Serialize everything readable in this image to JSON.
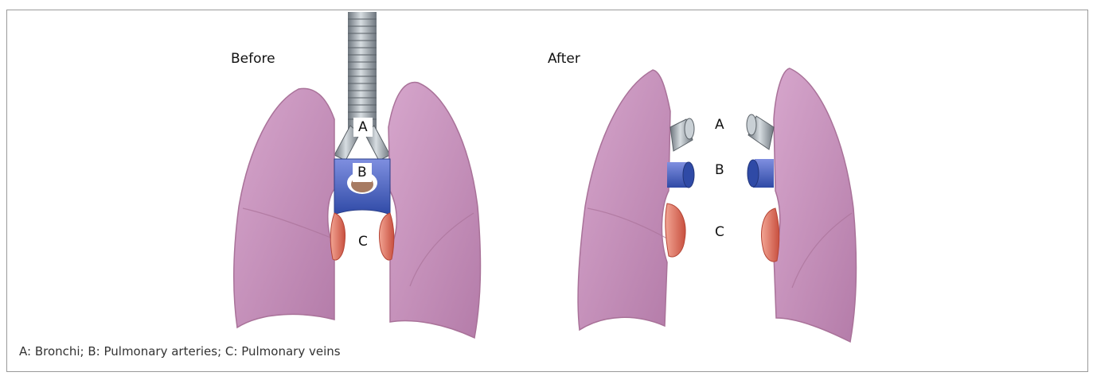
{
  "panels": {
    "before": {
      "title": "Before",
      "labels": {
        "a": "A",
        "b": "B",
        "c": "C"
      }
    },
    "after": {
      "title": "After",
      "labels": {
        "a": "A",
        "b": "B",
        "c": "C"
      }
    }
  },
  "caption": "A: Bronchi; B: Pulmonary arteries; C: Pulmonary veins",
  "colors": {
    "lung": "#c793bb",
    "lung_edge": "#a97299",
    "bronchus": "#9aa3ab",
    "artery": "#3e5fb3",
    "artery_light": "#6c7fd0",
    "vein": "#e88272",
    "vein_dark": "#c44b3b",
    "frame": "#9a9a9a"
  }
}
